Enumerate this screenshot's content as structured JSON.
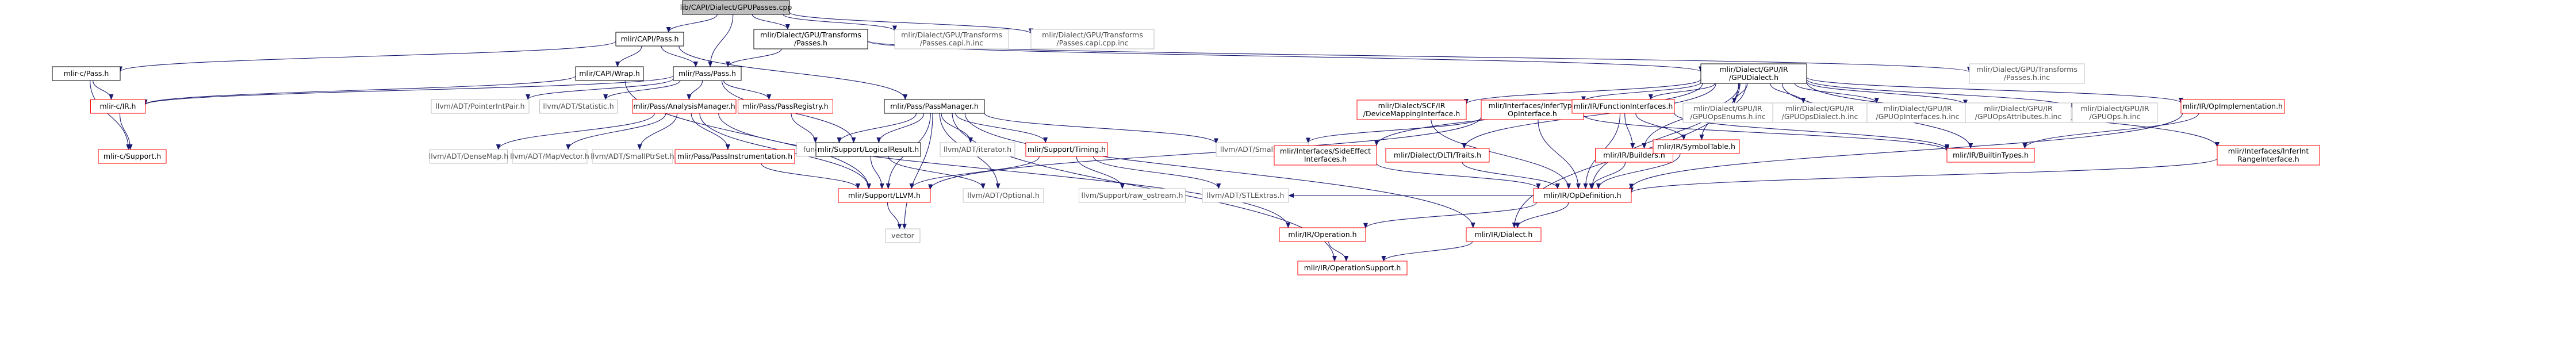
{
  "colors": {
    "root_fill": "#bfbfbf",
    "root_border": "#000000",
    "node_fill": "#ffffff",
    "node_border_default": "#000000",
    "node_border_truncated": "#ff0000",
    "node_border_external": "#bfbfbf",
    "node_text": "#000000",
    "external_text": "#4d4d4d",
    "edge": "#191970",
    "background": "#ffffff"
  },
  "graph": {
    "nodes": [
      {
        "id": "root",
        "style": "root",
        "lines": [
          "lib/CAPI/Dialect/GPUPasses.cpp"
        ]
      },
      {
        "id": "capi_pass",
        "style": "default",
        "lines": [
          "mlir-c/Pass.h"
        ]
      },
      {
        "id": "capi_pass2",
        "style": "default",
        "lines": [
          "mlir/CAPI/Pass.h"
        ]
      },
      {
        "id": "gpu_transforms_passes",
        "style": "default",
        "lines": [
          "mlir/Dialect/GPU/Transforms",
          "/Passes.h"
        ]
      },
      {
        "id": "gpu_capi_h_inc",
        "style": "external",
        "lines": [
          "mlir/Dialect/GPU/Transforms",
          "/Passes.capi.h.inc"
        ]
      },
      {
        "id": "gpu_capi_cpp_inc",
        "style": "external",
        "lines": [
          "mlir/Dialect/GPU/Transforms",
          "/Passes.capi.cpp.inc"
        ]
      },
      {
        "id": "mlirc_ir",
        "style": "truncated",
        "lines": [
          "mlir-c/IR.h"
        ]
      },
      {
        "id": "mlirc_support",
        "style": "truncated",
        "lines": [
          "mlir-c/Support.h"
        ]
      },
      {
        "id": "capi_wrap",
        "style": "default",
        "lines": [
          "mlir/CAPI/Wrap.h"
        ]
      },
      {
        "id": "pass_pass",
        "style": "default",
        "lines": [
          "mlir/Pass/Pass.h"
        ]
      },
      {
        "id": "pass_manager",
        "style": "default",
        "lines": [
          "mlir/Pass/PassManager.h"
        ]
      },
      {
        "id": "gpu_dialect",
        "style": "default",
        "lines": [
          "mlir/Dialect/GPU/IR",
          "/GPUDialect.h"
        ]
      },
      {
        "id": "gpu_passes_h_inc",
        "style": "external",
        "lines": [
          "mlir/Dialect/GPU/Transforms",
          "/Passes.h.inc"
        ]
      },
      {
        "id": "llvm_pointerintpair",
        "style": "external",
        "lines": [
          "llvm/ADT/PointerIntPair.h"
        ]
      },
      {
        "id": "llvm_statistic",
        "style": "external",
        "lines": [
          "llvm/ADT/Statistic.h"
        ]
      },
      {
        "id": "analysis_manager",
        "style": "truncated",
        "lines": [
          "mlir/Pass/AnalysisManager.h"
        ]
      },
      {
        "id": "pass_registry",
        "style": "truncated",
        "lines": [
          "mlir/Pass/PassRegistry.h"
        ]
      },
      {
        "id": "functional",
        "style": "external",
        "lines": [
          "functional"
        ]
      },
      {
        "id": "logical_result",
        "style": "default",
        "lines": [
          "mlir/Support/LogicalResult.h"
        ]
      },
      {
        "id": "llvm_iterator",
        "style": "external",
        "lines": [
          "llvm/ADT/iterator.h"
        ]
      },
      {
        "id": "support_timing",
        "style": "truncated",
        "lines": [
          "mlir/Support/Timing.h"
        ]
      },
      {
        "id": "llvm_smallvector",
        "style": "external",
        "lines": [
          "llvm/ADT/SmallVector.h"
        ]
      },
      {
        "id": "llvm_densemap",
        "style": "external",
        "lines": [
          "llvm/ADT/DenseMap.h"
        ]
      },
      {
        "id": "llvm_mapvector",
        "style": "external",
        "lines": [
          "llvm/ADT/MapVector.h"
        ]
      },
      {
        "id": "llvm_smallptrset",
        "style": "external",
        "lines": [
          "llvm/ADT/SmallPtrSet.h"
        ]
      },
      {
        "id": "pass_instrumentation",
        "style": "truncated",
        "lines": [
          "mlir/Pass/PassInstrumentation.h"
        ]
      },
      {
        "id": "support_llvm",
        "style": "truncated",
        "lines": [
          "mlir/Support/LLVM.h"
        ]
      },
      {
        "id": "llvm_optional",
        "style": "external",
        "lines": [
          "llvm/ADT/Optional.h"
        ]
      },
      {
        "id": "raw_ostream",
        "style": "external",
        "lines": [
          "llvm/Support/raw_ostream.h"
        ]
      },
      {
        "id": "llvm_stlextras",
        "style": "external",
        "lines": [
          "llvm/ADT/STLExtras.h"
        ]
      },
      {
        "id": "vector",
        "style": "external",
        "lines": [
          "vector"
        ]
      },
      {
        "id": "ir_operation",
        "style": "truncated",
        "lines": [
          "mlir/IR/Operation.h"
        ]
      },
      {
        "id": "ir_dialect",
        "style": "truncated",
        "lines": [
          "mlir/IR/Dialect.h"
        ]
      },
      {
        "id": "ir_opsupport",
        "style": "truncated",
        "lines": [
          "mlir/IR/OperationSupport.h"
        ]
      },
      {
        "id": "side_effect",
        "style": "truncated",
        "lines": [
          "mlir/Interfaces/SideEffect",
          "Interfaces.h"
        ]
      },
      {
        "id": "scf_mapping",
        "style": "truncated",
        "lines": [
          "mlir/Dialect/SCF/IR",
          "/DeviceMappingInterface.h"
        ]
      },
      {
        "id": "infer_type",
        "style": "truncated",
        "lines": [
          "mlir/Interfaces/InferType",
          "OpInterface.h"
        ]
      },
      {
        "id": "dlti_traits",
        "style": "truncated",
        "lines": [
          "mlir/Dialect/DLTI/Traits.h"
        ]
      },
      {
        "id": "function_interfaces",
        "style": "truncated",
        "lines": [
          "mlir/IR/FunctionInterfaces.h"
        ]
      },
      {
        "id": "ir_builders",
        "style": "truncated",
        "lines": [
          "mlir/IR/Builders.h"
        ]
      },
      {
        "id": "ir_symboltable",
        "style": "truncated",
        "lines": [
          "mlir/IR/SymbolTable.h"
        ]
      },
      {
        "id": "ir_opdefinition",
        "style": "truncated",
        "lines": [
          "mlir/IR/OpDefinition.h"
        ]
      },
      {
        "id": "gpu_opsenums",
        "style": "external",
        "lines": [
          "mlir/Dialect/GPU/IR",
          "/GPUOpsEnums.h.inc"
        ]
      },
      {
        "id": "gpu_opsdialect",
        "style": "external",
        "lines": [
          "mlir/Dialect/GPU/IR",
          "/GPUOpsDialect.h.inc"
        ]
      },
      {
        "id": "gpu_opinterfaces",
        "style": "external",
        "lines": [
          "mlir/Dialect/GPU/IR",
          "/GPUOpInterfaces.h.inc"
        ]
      },
      {
        "id": "gpu_opsattributes",
        "style": "external",
        "lines": [
          "mlir/Dialect/GPU/IR",
          "/GPUOpsAttributes.h.inc"
        ]
      },
      {
        "id": "gpu_ops",
        "style": "external",
        "lines": [
          "mlir/Dialect/GPU/IR",
          "/GPUOps.h.inc"
        ]
      },
      {
        "id": "op_implementation",
        "style": "truncated",
        "lines": [
          "mlir/IR/OpImplementation.h"
        ]
      },
      {
        "id": "ir_builtintypes",
        "style": "truncated",
        "lines": [
          "mlir/IR/BuiltinTypes.h"
        ]
      },
      {
        "id": "infer_int_range",
        "style": "truncated",
        "lines": [
          "mlir/Interfaces/InferInt",
          "RangeInterface.h"
        ]
      }
    ],
    "edges": [
      [
        "root",
        "capi_pass2"
      ],
      [
        "root",
        "gpu_transforms_passes"
      ],
      [
        "root",
        "gpu_capi_h_inc"
      ],
      [
        "root",
        "gpu_capi_cpp_inc"
      ],
      [
        "root",
        "pass_pass"
      ],
      [
        "capi_pass2",
        "capi_pass"
      ],
      [
        "capi_pass2",
        "capi_wrap"
      ],
      [
        "capi_pass2",
        "pass_pass"
      ],
      [
        "capi_pass2",
        "pass_manager"
      ],
      [
        "capi_pass",
        "mlirc_ir"
      ],
      [
        "capi_pass",
        "mlirc_support"
      ],
      [
        "mlirc_ir",
        "mlirc_support"
      ],
      [
        "capi_wrap",
        "mlirc_ir"
      ],
      [
        "capi_wrap",
        "support_llvm"
      ],
      [
        "gpu_transforms_passes",
        "pass_pass"
      ],
      [
        "gpu_transforms_passes",
        "gpu_dialect"
      ],
      [
        "gpu_transforms_passes",
        "gpu_passes_h_inc"
      ],
      [
        "pass_pass",
        "mlirc_ir"
      ],
      [
        "pass_pass",
        "llvm_pointerintpair"
      ],
      [
        "pass_pass",
        "llvm_statistic"
      ],
      [
        "pass_pass",
        "analysis_manager"
      ],
      [
        "pass_pass",
        "pass_registry"
      ],
      [
        "pass_pass",
        "logical_result"
      ],
      [
        "analysis_manager",
        "llvm_densemap"
      ],
      [
        "analysis_manager",
        "llvm_mapvector"
      ],
      [
        "analysis_manager",
        "llvm_smallptrset"
      ],
      [
        "analysis_manager",
        "pass_instrumentation"
      ],
      [
        "analysis_manager",
        "support_llvm"
      ],
      [
        "analysis_manager",
        "ir_operation"
      ],
      [
        "pass_instrumentation",
        "support_llvm"
      ],
      [
        "pass_registry",
        "functional"
      ],
      [
        "pass_manager",
        "functional"
      ],
      [
        "pass_manager",
        "logical_result"
      ],
      [
        "pass_manager",
        "llvm_iterator"
      ],
      [
        "pass_manager",
        "support_timing"
      ],
      [
        "pass_manager",
        "llvm_smallvector"
      ],
      [
        "pass_manager",
        "llvm_optional"
      ],
      [
        "pass_manager",
        "vector"
      ],
      [
        "pass_manager",
        "ir_dialect"
      ],
      [
        "pass_manager",
        "ir_opsupport"
      ],
      [
        "pass_manager",
        "support_llvm"
      ],
      [
        "logical_result",
        "support_llvm"
      ],
      [
        "logical_result",
        "llvm_optional"
      ],
      [
        "support_timing",
        "support_llvm"
      ],
      [
        "support_timing",
        "raw_ostream"
      ],
      [
        "support_timing",
        "llvm_stlextras"
      ],
      [
        "support_llvm",
        "vector"
      ],
      [
        "ir_operation",
        "ir_opsupport"
      ],
      [
        "ir_dialect",
        "ir_opsupport"
      ],
      [
        "gpu_dialect",
        "side_effect"
      ],
      [
        "gpu_dialect",
        "scf_mapping"
      ],
      [
        "gpu_dialect",
        "infer_type"
      ],
      [
        "gpu_dialect",
        "dlti_traits"
      ],
      [
        "gpu_dialect",
        "function_interfaces"
      ],
      [
        "gpu_dialect",
        "ir_builders"
      ],
      [
        "gpu_dialect",
        "ir_symboltable"
      ],
      [
        "gpu_dialect",
        "ir_opdefinition"
      ],
      [
        "gpu_dialect",
        "gpu_opsenums"
      ],
      [
        "gpu_dialect",
        "gpu_opsdialect"
      ],
      [
        "gpu_dialect",
        "gpu_opinterfaces"
      ],
      [
        "gpu_dialect",
        "gpu_opsattributes"
      ],
      [
        "gpu_dialect",
        "gpu_ops"
      ],
      [
        "gpu_dialect",
        "op_implementation"
      ],
      [
        "gpu_dialect",
        "ir_builtintypes"
      ],
      [
        "gpu_dialect",
        "infer_int_range"
      ],
      [
        "gpu_dialect",
        "ir_dialect"
      ],
      [
        "side_effect",
        "ir_opdefinition"
      ],
      [
        "scf_mapping",
        "ir_opdefinition"
      ],
      [
        "infer_type",
        "ir_builtintypes"
      ],
      [
        "infer_type",
        "ir_opdefinition"
      ],
      [
        "infer_type",
        "llvm_smallvector"
      ],
      [
        "infer_type",
        "support_llvm"
      ],
      [
        "dlti_traits",
        "ir_opdefinition"
      ],
      [
        "function_interfaces",
        "ir_builtintypes"
      ],
      [
        "function_interfaces",
        "ir_builders"
      ],
      [
        "function_interfaces",
        "ir_symboltable"
      ],
      [
        "function_interfaces",
        "ir_opdefinition"
      ],
      [
        "ir_builders",
        "ir_opdefinition"
      ],
      [
        "ir_symboltable",
        "ir_opdefinition"
      ],
      [
        "op_implementation",
        "ir_builtintypes"
      ],
      [
        "op_implementation",
        "ir_opdefinition"
      ],
      [
        "infer_int_range",
        "ir_opdefinition"
      ],
      [
        "ir_opdefinition",
        "ir_operation"
      ],
      [
        "ir_opdefinition",
        "llvm_stlextras"
      ],
      [
        "ir_opdefinition",
        "ir_dialect"
      ]
    ]
  }
}
